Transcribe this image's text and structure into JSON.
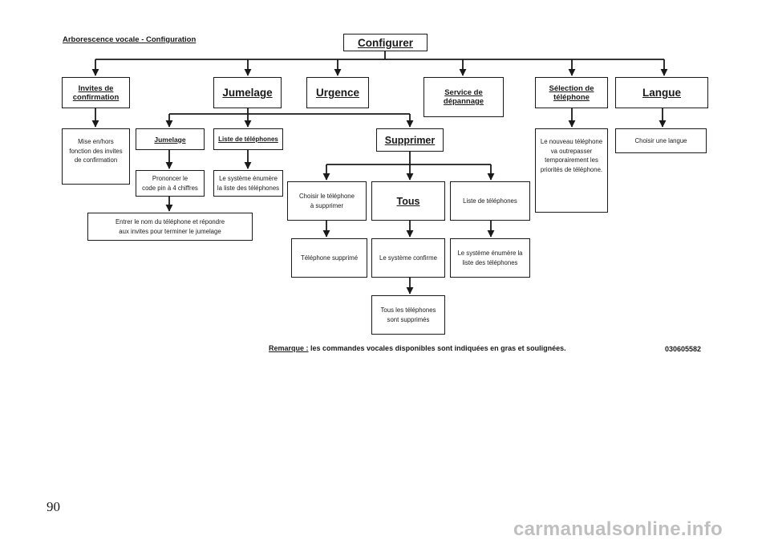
{
  "title": "Arborescence vocale - Configuration",
  "nodes": {
    "configurer": "Configurer",
    "invites": "Invites de\nconfirmation",
    "jumelage": "Jumelage",
    "urgence": "Urgence",
    "service": "Service de\ndépannage",
    "selection": "Sélection de\ntéléphone",
    "langue": "Langue",
    "mise": "Mise en/hors\nfonction des invites\nde confirmation",
    "jumelage_sub": "Jumelage",
    "liste_sub": "Liste de téléphones",
    "supprimer": "Supprimer",
    "nouveau": "Le nouveau téléphone\nva outrepasser\ntemporairement les\npriorités de téléphone.",
    "choisir_langue": "Choisir une langue",
    "prononcer": "Prononcer le\ncode pin à 4 chiffres",
    "enumere1": "Le système énumère\nla liste des téléphones",
    "entrer": "Entrer le nom du téléphone et répondre\naux invites pour terminer le jumelage",
    "choisir_tel": "Choisir le téléphone\nà supprimer",
    "tous": "Tous",
    "liste_tel": "Liste de téléphones",
    "tel_supprime": "Téléphone supprimé",
    "confirme": "Le système confirme",
    "enumere2": "Le système énumère la\nliste des téléphones",
    "tous_supprimes": "Tous les téléphones\nsont supprimés"
  },
  "remark_label": "Remarque :",
  "remark_text": " les commandes vocales disponibles sont indiquées en gras et soulignées.",
  "code": "030605582",
  "page_number": "90",
  "watermark": "carmanualsonline.info"
}
